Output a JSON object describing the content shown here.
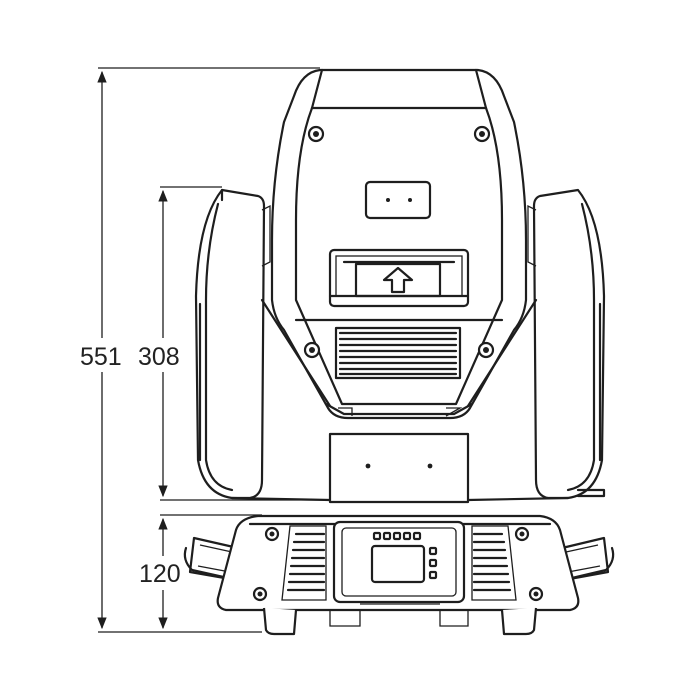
{
  "drawing": {
    "subject": "moving-head-fixture-front-view",
    "dimensions": {
      "total_height": "551",
      "arm_height": "308",
      "base_height": "120"
    },
    "line_color": "#1e1e1e",
    "background": "#ffffff"
  }
}
